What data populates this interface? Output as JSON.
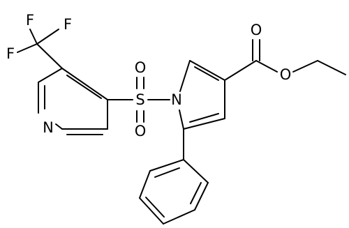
{
  "atoms": [
    {
      "id": "F1",
      "symbol": "F"
    },
    {
      "id": "F2",
      "symbol": "F"
    },
    {
      "id": "F3",
      "symbol": "F"
    },
    {
      "id": "N_pyridine",
      "symbol": "N"
    },
    {
      "id": "S",
      "symbol": "S"
    },
    {
      "id": "O_sulfonyl_top",
      "symbol": "O"
    },
    {
      "id": "O_sulfonyl_bottom",
      "symbol": "O"
    },
    {
      "id": "N_pyrrole",
      "symbol": "N"
    },
    {
      "id": "O_carbonyl",
      "symbol": "O"
    },
    {
      "id": "O_ester",
      "symbol": "O"
    }
  ],
  "colors": {
    "ink": "#000000",
    "background": "#ffffff"
  }
}
